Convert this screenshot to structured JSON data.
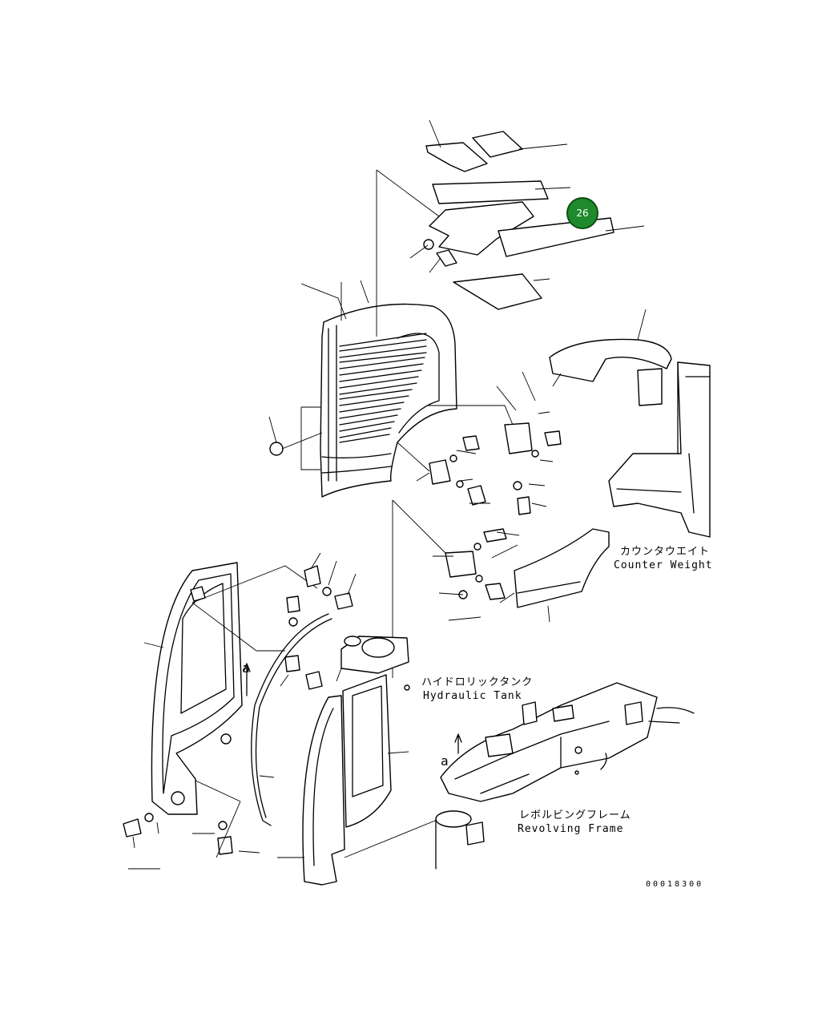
{
  "labels": {
    "counter_weight_jp": "カウンタウエイト",
    "counter_weight_en": "Counter Weight",
    "hydraulic_tank_jp": "ハイドロリックタンク",
    "hydraulic_tank_en": "Hydraulic Tank",
    "revolving_frame_jp": "レボルビングフレーム",
    "revolving_frame_en": "Revolving Frame",
    "view_marker_1": "a",
    "view_marker_2": "a"
  },
  "callout": {
    "number": "26",
    "color": "#1f8a2c"
  },
  "drawing_number": "00018300"
}
